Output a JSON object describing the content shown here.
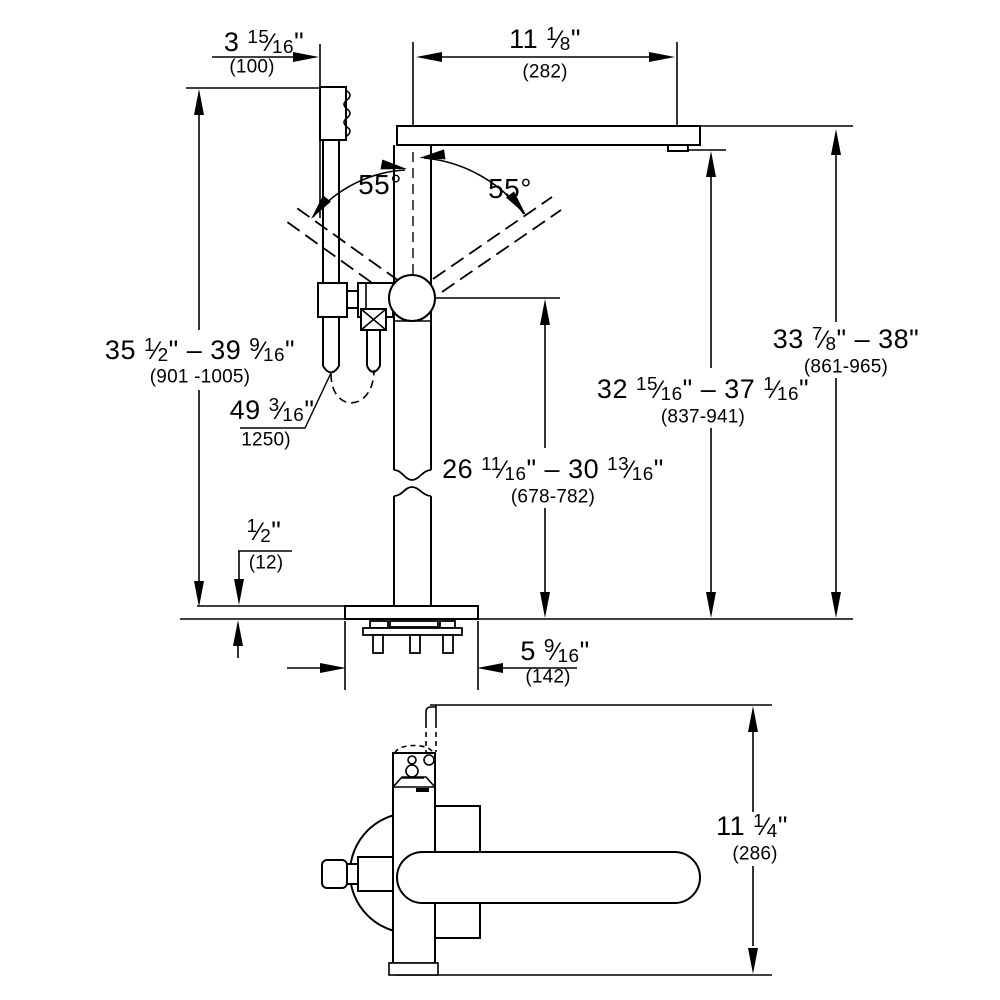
{
  "drawing": {
    "kind": "faucet installation dimension drawing",
    "views": [
      "side elevation",
      "plan view"
    ],
    "line_color": "#000000",
    "background_color": "#ffffff"
  },
  "dimensions": {
    "handshower_offset": {
      "inch": "3 15/16\"",
      "mm": "(100)"
    },
    "spout_reach": {
      "inch": "11 1/8\"",
      "mm": "(282)"
    },
    "swivel_angle_left": "55°",
    "swivel_angle_right": "55°",
    "handshower_height": {
      "inch": "35 1/2\" – 39 9/16\"",
      "mm": "(901 -1005)"
    },
    "hose_length": {
      "inch": "49 3/16\"",
      "mm": "1250)"
    },
    "spout_top_height": {
      "inch": "33 7/8\" – 38\"",
      "mm": "(861-965)"
    },
    "spout_outlet_height": {
      "inch": "32 15/16\" – 37 1/16\"",
      "mm": "(837-941)"
    },
    "joint_height": {
      "inch": "26 11/16\" – 30 13/16\"",
      "mm": "(678-782)"
    },
    "floor_allowance": {
      "inch": "1/2\"",
      "mm": "(12)"
    },
    "base_plate_width": {
      "inch": "5 9/16\"",
      "mm": "(142)"
    },
    "plan_depth": {
      "inch": "11 1/4\"",
      "mm": "(286)"
    }
  }
}
